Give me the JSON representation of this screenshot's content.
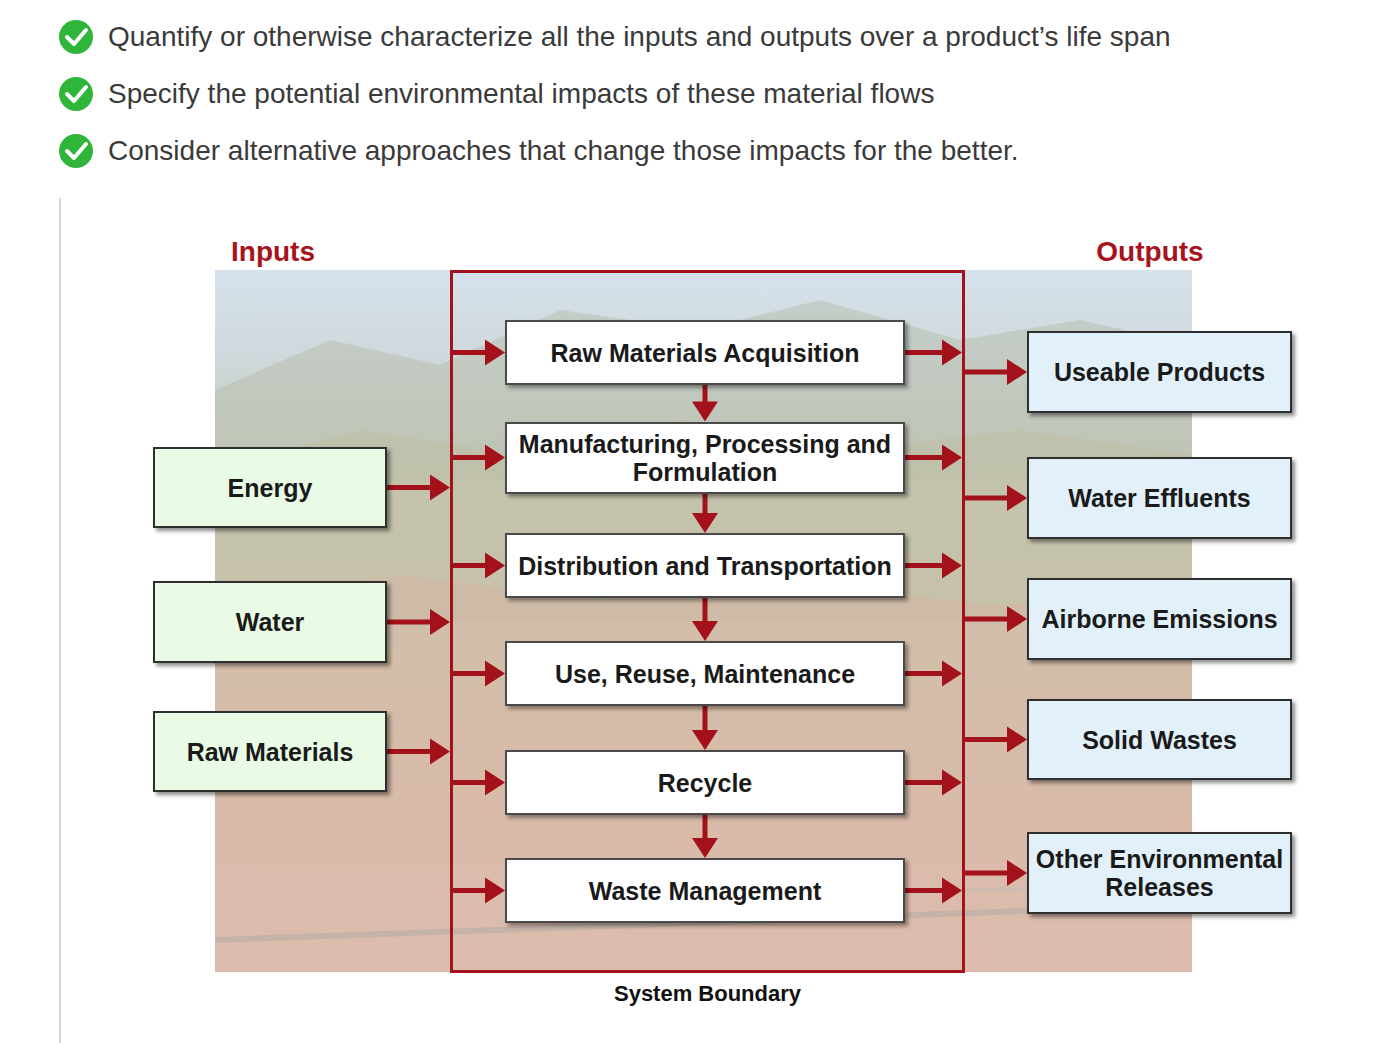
{
  "diagram": {
    "nodes": [
      {
        "text": [
          "Energy"
        ]
      },
      {
        "text": [
          "Water"
        ]
      },
      {
        "text": [
          "Raw Materials"
        ]
      },
      {
        "text": [
          "System Boundary"
        ]
      },
      {
        "text": [
          "Raw Materials Acquisition"
        ],
        "in": 3
      },
      {
        "text": [
          "Manufacturing, Processing and Formulation"
        ],
        "in": 3
      },
      {
        "text": [
          "Distribution and Transportation"
        ],
        "in": 3
      },
      {
        "text": [
          "Use, Reuse, Maintenance"
        ],
        "in": 3
      },
      {
        "text": [
          "Recycle"
        ],
        "in": 3
      },
      {
        "text": [
          "Waste Management"
        ],
        "in": 3
      },
      {
        "text": [
          "Useable Products"
        ]
      },
      {
        "text": [
          "Water Effluents"
        ]
      },
      {
        "text": [
          "Airborne Emissions"
        ]
      },
      {
        "text": [
          "Solid Wastes"
        ]
      },
      {
        "text": [
          "Other Environmental Releases"
        ]
      }
    ],
    "edges": [
      {
        "from": 0,
        "to": 3,
        "arrow": "to"
      },
      {
        "from": 1,
        "to": 3,
        "arrow": "to"
      },
      {
        "from": 2,
        "to": 3,
        "arrow": "to"
      },
      {
        "from": 3,
        "to": 4,
        "arrow": "to"
      },
      {
        "from": 3,
        "to": 5,
        "arrow": "to"
      },
      {
        "from": 3,
        "to": 6,
        "arrow": "to"
      },
      {
        "from": 3,
        "to": 7,
        "arrow": "to"
      },
      {
        "from": 3,
        "to": 8,
        "arrow": "to"
      },
      {
        "from": 3,
        "to": 9,
        "arrow": "to"
      },
      {
        "from": 4,
        "to": 5,
        "arrow": "to"
      },
      {
        "from": 5,
        "to": 6,
        "arrow": "to"
      },
      {
        "from": 6,
        "to": 7,
        "arrow": "to"
      },
      {
        "from": 7,
        "to": 8,
        "arrow": "to"
      },
      {
        "from": 8,
        "to": 9,
        "arrow": "to"
      },
      {
        "from": 4,
        "to": 3,
        "arrow": "to"
      },
      {
        "from": 5,
        "to": 3,
        "arrow": "to"
      },
      {
        "from": 6,
        "to": 3,
        "arrow": "to"
      },
      {
        "from": 7,
        "to": 3,
        "arrow": "to"
      },
      {
        "from": 8,
        "to": 3,
        "arrow": "to"
      },
      {
        "from": 9,
        "to": 3,
        "arrow": "to"
      },
      {
        "from": 3,
        "to": 10,
        "arrow": "to"
      },
      {
        "from": 3,
        "to": 11,
        "arrow": "to"
      },
      {
        "from": 3,
        "to": 12,
        "arrow": "to"
      },
      {
        "from": 3,
        "to": 13,
        "arrow": "to"
      },
      {
        "from": 3,
        "to": 14,
        "arrow": "to"
      }
    ],
    "labels": [
      "Quantify or otherwise characterize all the inputs and outputs over a product’s life span",
      "Specify the potential environmental impacts of these material flows",
      "Consider alternative approaches that change those impacts for the better.",
      "Inputs",
      "Outputs"
    ]
  }
}
